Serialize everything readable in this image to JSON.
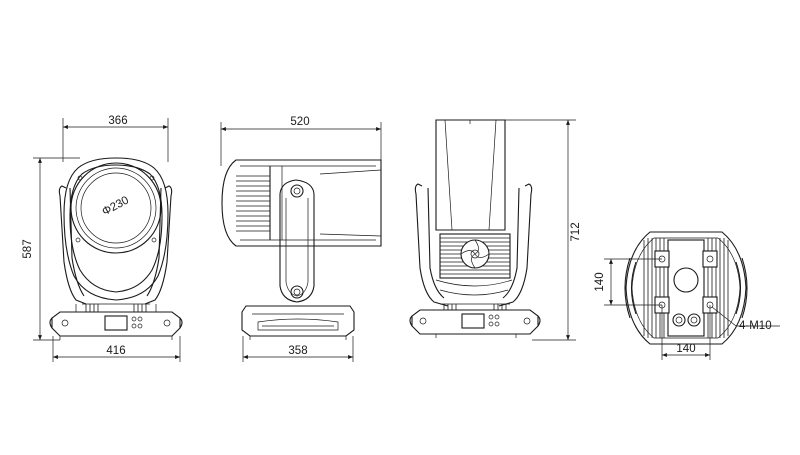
{
  "views": {
    "front": {
      "width_top": "366",
      "height": "587",
      "lens": "Φ230",
      "width_base": "416"
    },
    "side": {
      "width_top": "520",
      "width_base": "358"
    },
    "rear": {
      "height": "712"
    },
    "bottom": {
      "hole_spacing_v": "140",
      "hole_spacing_h": "140",
      "bolt_label": "4-M10"
    }
  },
  "colors": {
    "line": "#1a1a1a",
    "background": "#ffffff"
  }
}
